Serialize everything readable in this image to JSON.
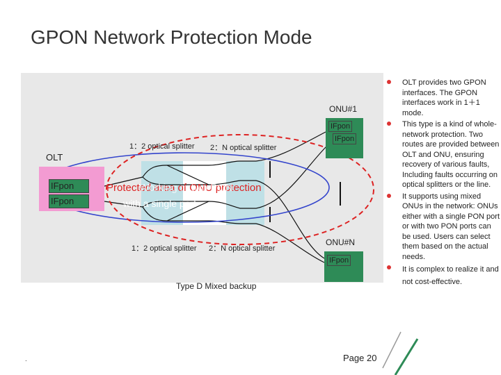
{
  "title": "GPON Network Protection Mode",
  "diagram": {
    "olt_label": "OLT",
    "olt_ports": [
      "IFpon",
      "IFpon"
    ],
    "onu1_label": "ONU#1",
    "onu1_ports": [
      "IFpon",
      "IFpon"
    ],
    "onun_label": "ONU#N",
    "onun_port": "IFpon",
    "top_splitter1": "1：2 optical splitter",
    "top_splitter2": "2：N optical splitter",
    "bottom_splitter1": "1：2 optical splitter",
    "bottom_splitter2": "2：N optical splitter",
    "overlay_text_red": "Protected area of ONU protection",
    "overlay_text_white": "Working in two PON",
    "overlay_line2": "with a single port",
    "caption": "Type D  Mixed backup"
  },
  "bullets": [
    "OLT provides two GPON interfaces. The GPON interfaces work in 1＋1 mode.",
    "This type is a kind of whole-network protection. Two routes are provided between OLT and ONU, ensuring recovery of various faults, Including faults occurring on optical splitters or the line.",
    "It supports using mixed ONUs in the network: ONUs either with a single PON port or with two PON ports can be used. Users can select them based on the actual needs.",
    "It is complex to realize it and not cost-effective."
  ],
  "footer": {
    "page": "Page 20",
    "dot": "."
  },
  "colors": {
    "olt": "#f39bd2",
    "onu": "#2e8b57",
    "accent": "#d33333",
    "ellipse_blue": "#3344cc",
    "ellipse_red": "#dd2222"
  }
}
